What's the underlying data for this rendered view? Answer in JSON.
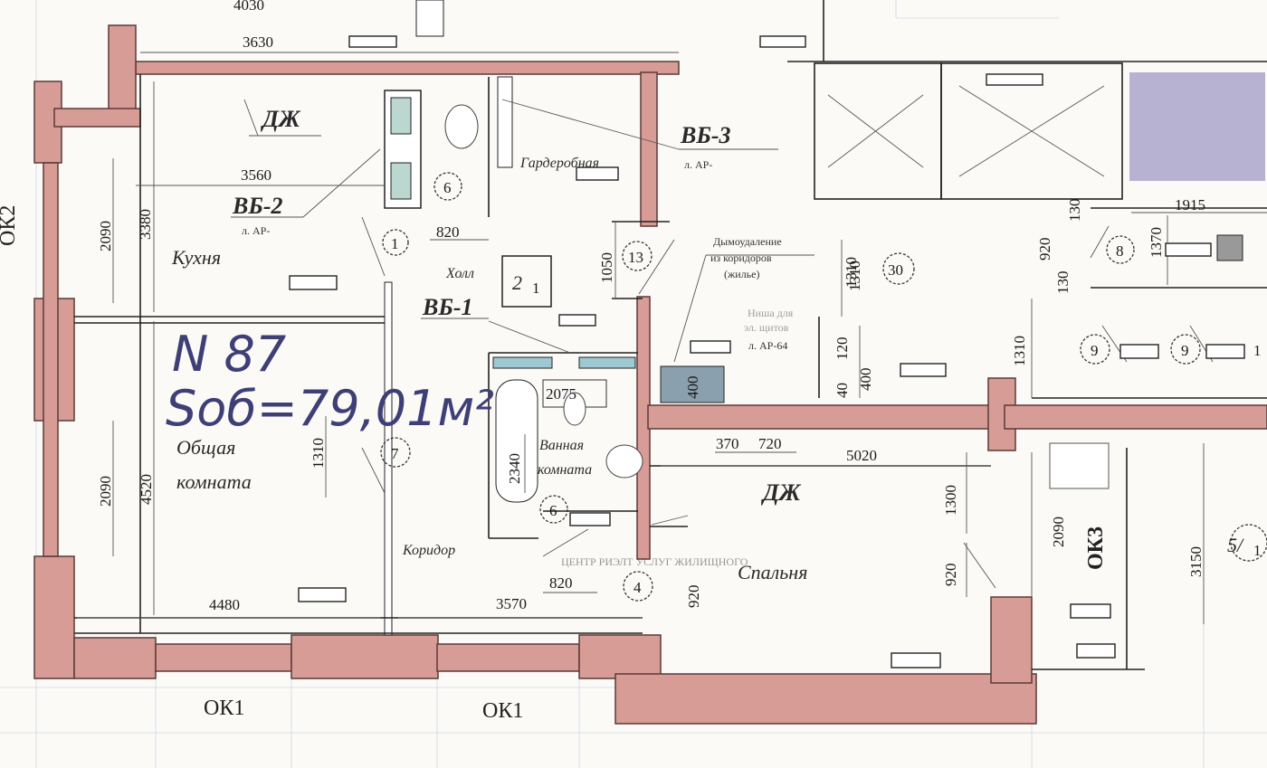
{
  "plan": {
    "apartment_number": "N 87",
    "area_label": "Sоб=79,01м²",
    "rooms": {
      "kitchen": "Кухня",
      "living": "Общая комната",
      "living_line1": "Общая",
      "living_line2": "комната",
      "hall": "Холл",
      "wardrobe": "Гардеробная",
      "bathroom_line1": "Ванная",
      "bathroom_line2": "комната",
      "corridor": "Коридор",
      "bedroom": "Спальня"
    },
    "loggia_tags": [
      "ДЖ",
      "ДЖ"
    ],
    "vb_tags": [
      {
        "label": "ВБ-3",
        "ref": "л. АР-"
      },
      {
        "label": "ВБ-2",
        "ref": "л. АР-"
      },
      {
        "label": "ВБ-1",
        "ref": ""
      }
    ],
    "windows": [
      "ОК1",
      "ОК1",
      "ОК2",
      "ОК3"
    ],
    "dimensions": [
      "4030",
      "3630",
      "3560",
      "3380",
      "2090",
      "820",
      "1050",
      "1310",
      "4520",
      "2090",
      "1310",
      "2075",
      "2340",
      "820",
      "4480",
      "3570",
      "920",
      "370",
      "720",
      "5020",
      "1300",
      "920",
      "2090",
      "3150",
      "1915",
      "920",
      "1370",
      "130",
      "130",
      "1310",
      "1310",
      "120",
      "400",
      "40",
      "400"
    ],
    "circle_marks": [
      "1",
      "6",
      "13",
      "7",
      "6",
      "4",
      "30",
      "8",
      "9",
      "9",
      "1"
    ],
    "room_code": "2",
    "room_code_sub": "1",
    "unit_code": "5/",
    "unit_code_sub": "1",
    "smoke_note_line1": "Дымоудаление",
    "smoke_note_line2": "из коридоров",
    "smoke_note_line3": "(жилье)",
    "niche_note_line1": "Ниша для",
    "niche_note_line2": "эл. щитов",
    "niche_note_ref": "л. АР-64",
    "watermark": "ЦЕНТР РИЭЛТ УСЛУГ ЖИЛИЩНОГО"
  },
  "colors": {
    "wall_fill": "#d89c96",
    "ink": "#222222",
    "handwriting": "#3f3f78",
    "paper": "#fbfaf7"
  }
}
